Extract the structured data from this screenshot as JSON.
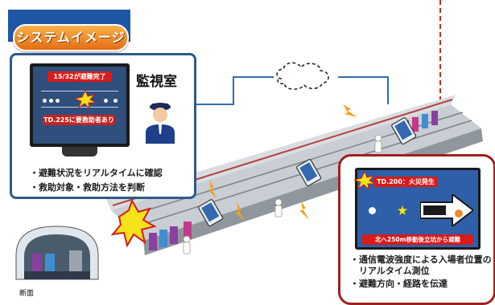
{
  "title": "システムイメージ",
  "monitor_room": {
    "label": "監視室",
    "screen_status": "15/32が避難完了",
    "screen_alert": "TD.225に要救助者あり",
    "bullets": [
      "・避難状況をリアルタイムに確認",
      "・救助対象・救助方法を判断"
    ]
  },
  "field_device": {
    "fire_alert": "TD.200：火災発生",
    "route_text": "北へ250m移動後立坑から避難",
    "bullets": [
      "・通信電波強度による入場者位置の",
      "　リアルタイム測位",
      "・避難方向・経路を伝達"
    ]
  },
  "cross_section_label": "断面",
  "colors": {
    "title_bg": "#1f57a5",
    "badge": "#f08a24",
    "panel_border_blue": "#2f5a8a",
    "panel_border_red": "#a0201d",
    "alert_red": "#d81b1b"
  }
}
